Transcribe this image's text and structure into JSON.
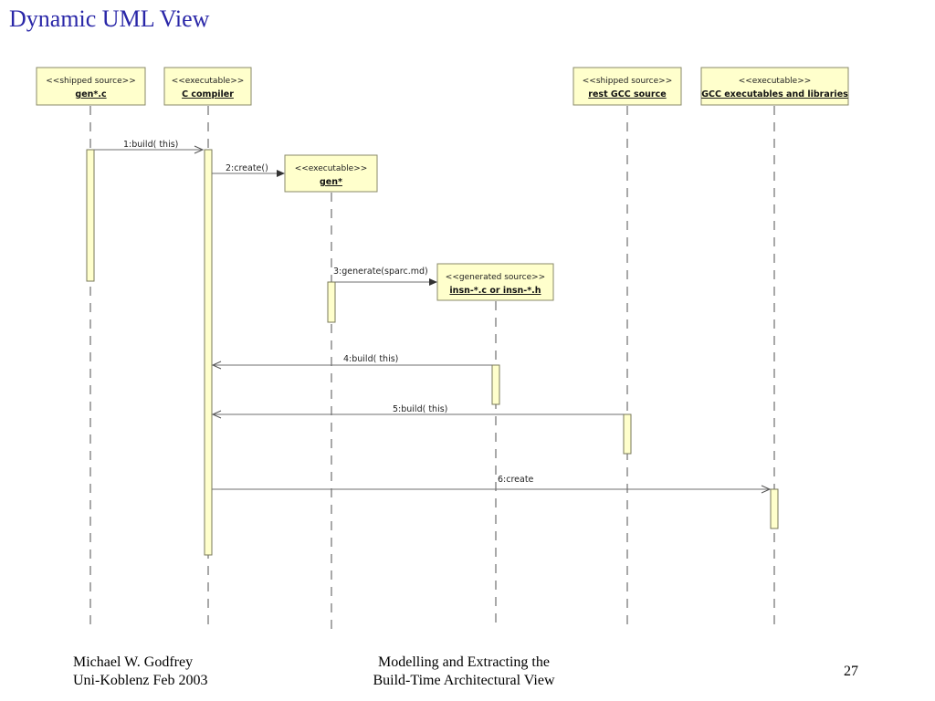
{
  "title": "Dynamic UML View",
  "objects": [
    {
      "id": "gen_c",
      "stereotype": "<<shipped source>>",
      "name": "gen*.c"
    },
    {
      "id": "c_compiler",
      "stereotype": "<<executable>>",
      "name": "C compiler"
    },
    {
      "id": "gen",
      "stereotype": "<<executable>>",
      "name": "gen*"
    },
    {
      "id": "insn",
      "stereotype": "<<generated source>>",
      "name": "insn-*.c or insn-*.h"
    },
    {
      "id": "rest_gcc",
      "stereotype": "<<shipped source>>",
      "name": "rest GCC source"
    },
    {
      "id": "gcc_exec",
      "stereotype": "<<executable>>",
      "name": "GCC executables and libraries"
    }
  ],
  "messages": [
    {
      "label": "1:build( this)",
      "from": "gen_c",
      "to": "c_compiler",
      "arrow": "open"
    },
    {
      "label": "2:create()",
      "from": "c_compiler",
      "to": "gen",
      "arrow": "filled"
    },
    {
      "label": "3:generate(sparc.md)",
      "from": "gen",
      "to": "insn",
      "arrow": "filled"
    },
    {
      "label": "4:build( this)",
      "from": "insn",
      "to": "c_compiler",
      "arrow": "open"
    },
    {
      "label": "5:build( this)",
      "from": "rest_gcc",
      "to": "c_compiler",
      "arrow": "open"
    },
    {
      "label": "6:create",
      "from": "c_compiler",
      "to": "gcc_exec",
      "arrow": "open"
    }
  ],
  "footer": {
    "author": "Michael W. Godfrey",
    "venue": "Uni-Koblenz Feb 2003",
    "title_line1": "Modelling and Extracting the",
    "title_line2": "Build-Time Architectural View",
    "page_number": "27"
  }
}
